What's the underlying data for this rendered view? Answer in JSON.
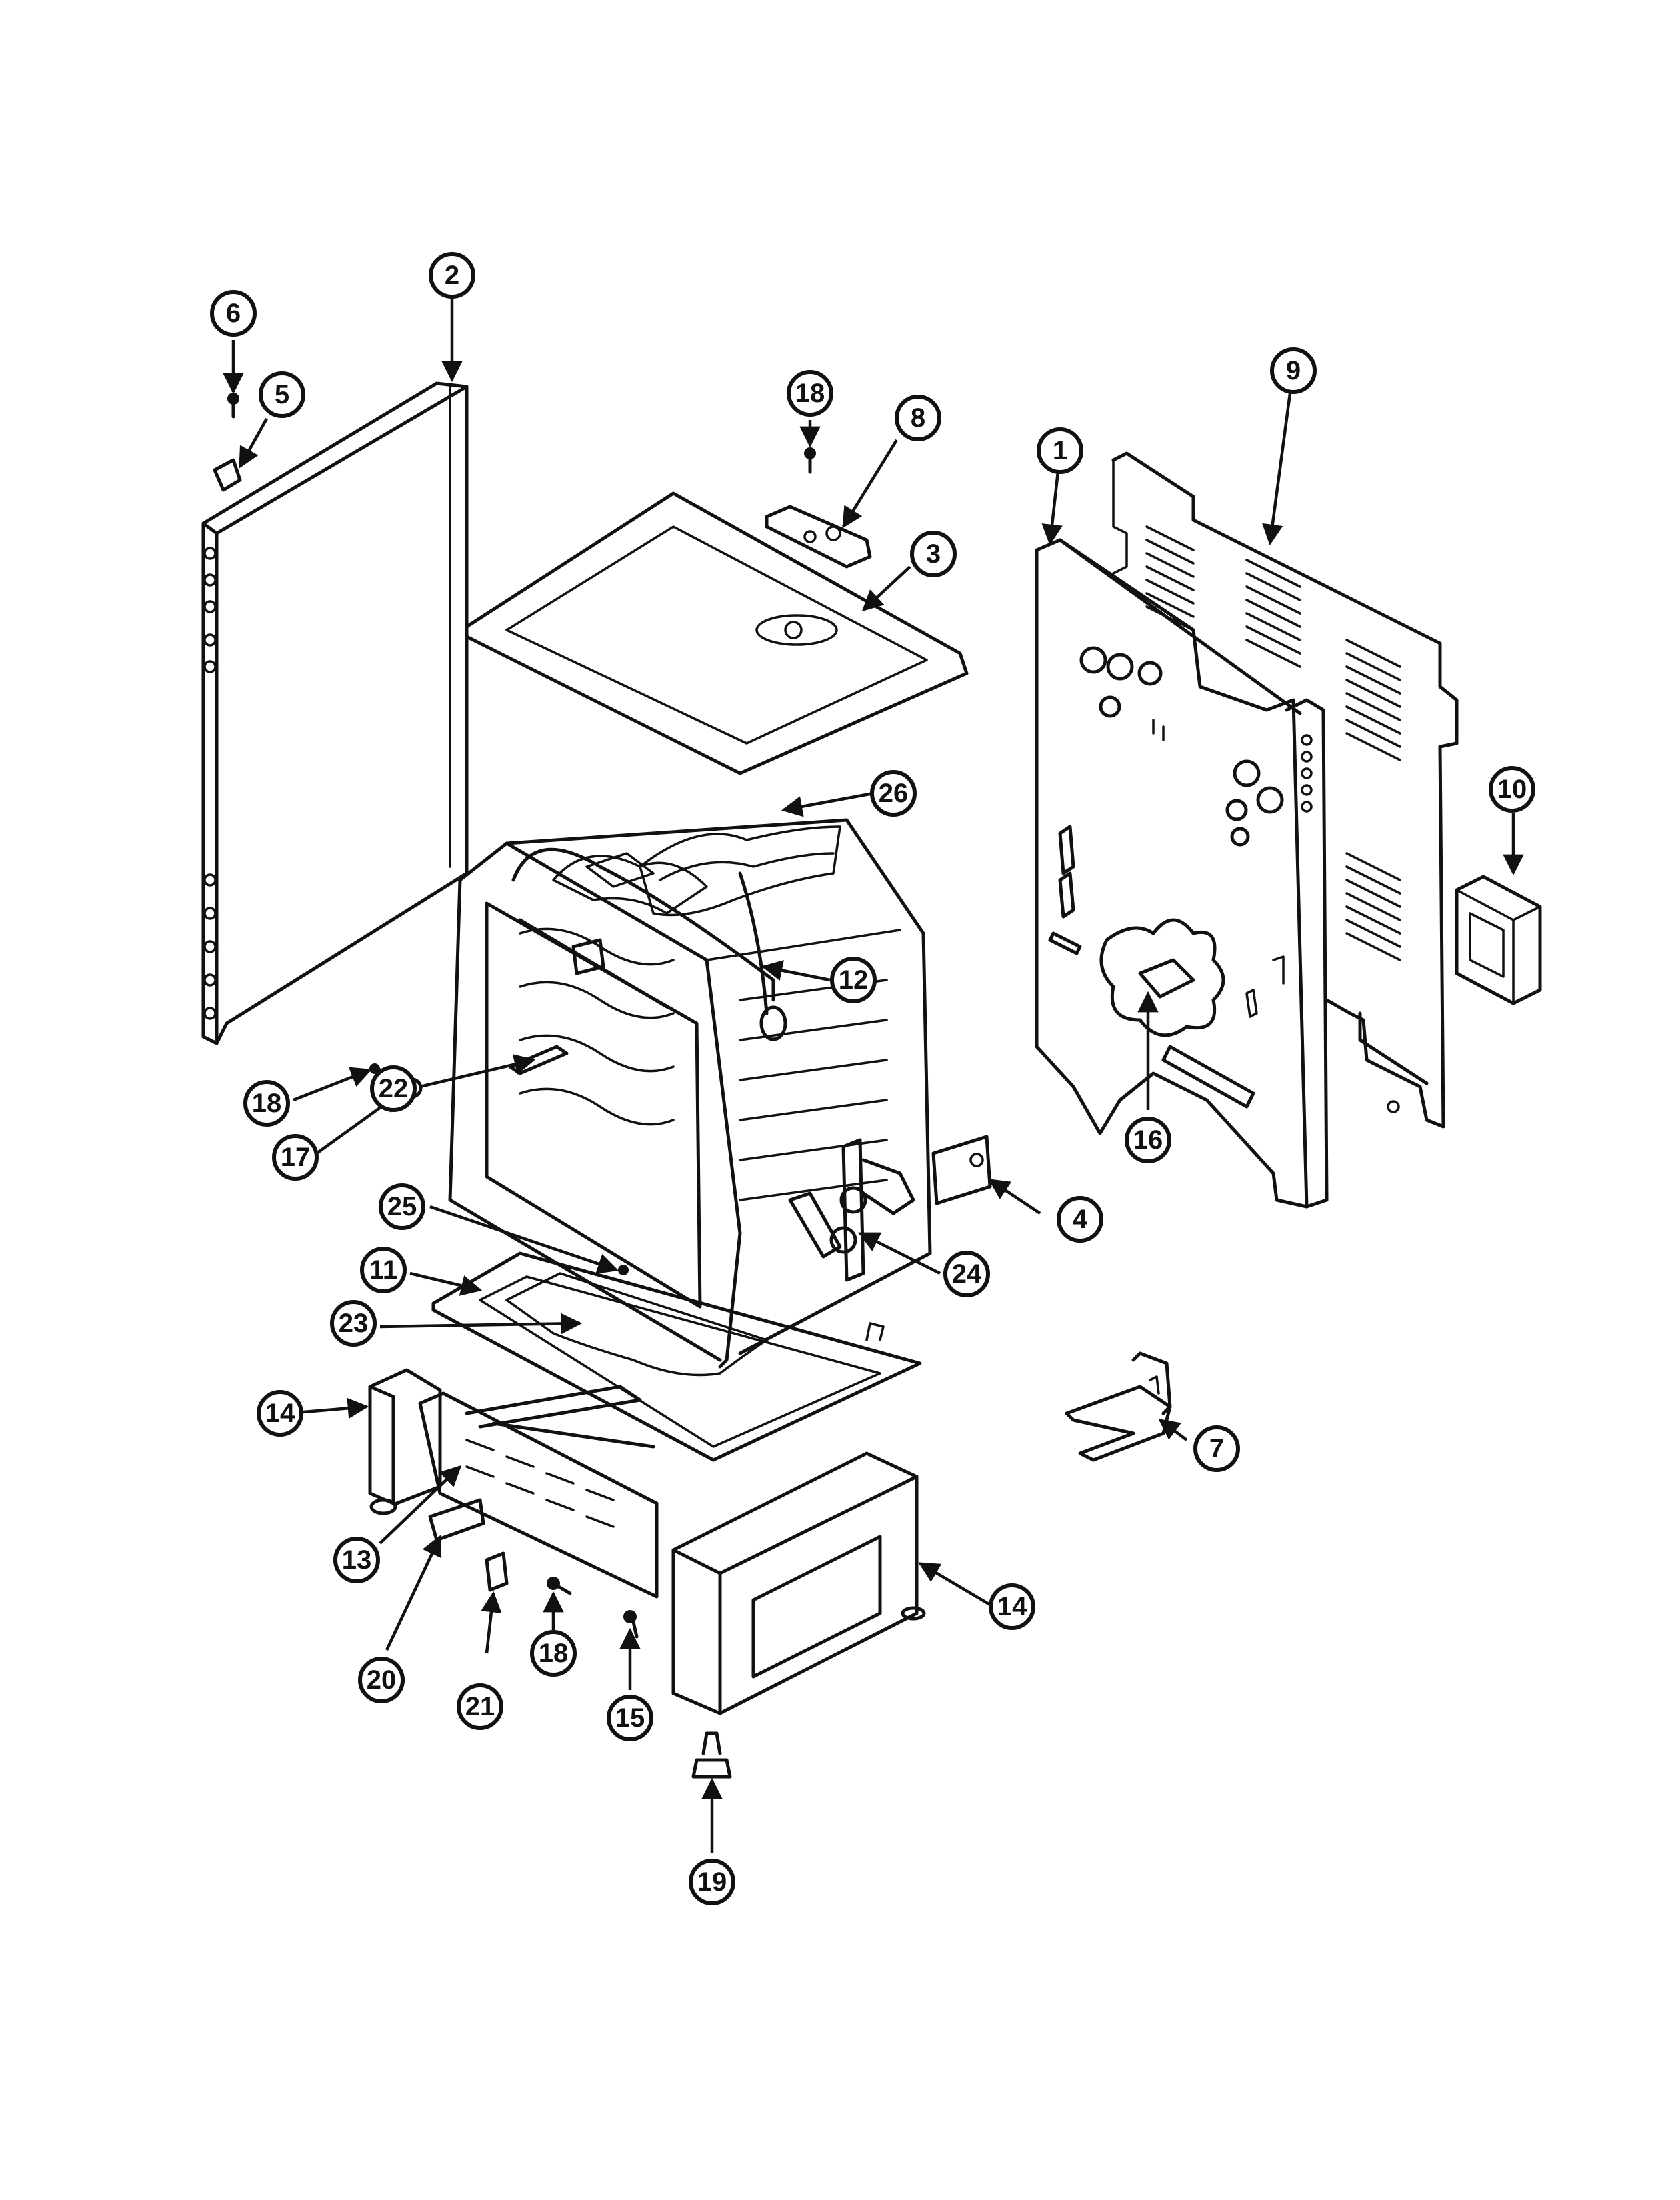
{
  "diagram": {
    "callouts": [
      {
        "label": "1"
      },
      {
        "label": "2"
      },
      {
        "label": "3"
      },
      {
        "label": "4"
      },
      {
        "label": "5"
      },
      {
        "label": "6"
      },
      {
        "label": "7"
      },
      {
        "label": "8"
      },
      {
        "label": "9"
      },
      {
        "label": "10"
      },
      {
        "label": "11"
      },
      {
        "label": "12"
      },
      {
        "label": "13"
      },
      {
        "label": "14"
      },
      {
        "label": "14"
      },
      {
        "label": "15"
      },
      {
        "label": "16"
      },
      {
        "label": "17"
      },
      {
        "label": "18"
      },
      {
        "label": "18"
      },
      {
        "label": "18"
      },
      {
        "label": "19"
      },
      {
        "label": "20"
      },
      {
        "label": "21"
      },
      {
        "label": "22"
      },
      {
        "label": "23"
      },
      {
        "label": "24"
      },
      {
        "label": "25"
      },
      {
        "label": "26"
      }
    ],
    "colors": {
      "ink": "#111111",
      "background": "#ffffff"
    }
  }
}
